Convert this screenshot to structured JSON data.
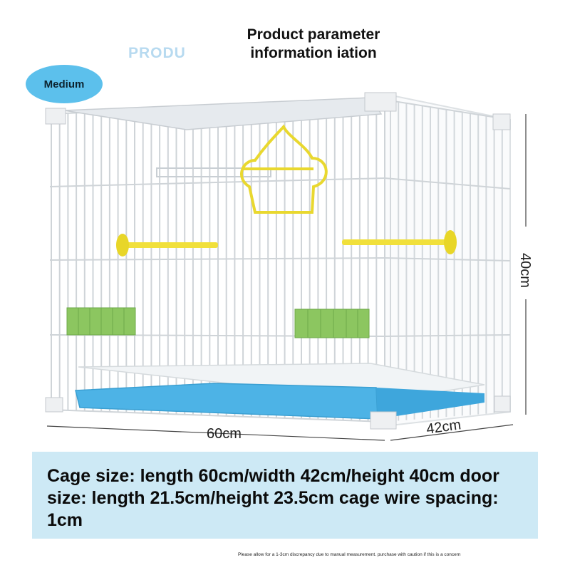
{
  "header": {
    "ghost_text": "PRODU",
    "title_line1": "Product parameter",
    "title_line2": "information iation"
  },
  "badge": {
    "label": "Medium"
  },
  "dimensions": {
    "length": "60cm",
    "width": "42cm",
    "height": "40cm"
  },
  "specs": {
    "text": "Cage size: length 60cm/width 42cm/height 40cm door size: length 21.5cm/height 23.5cm cage wire spacing: 1cm"
  },
  "footnote": {
    "text": "Please allow for a 1-3cm discrepancy due to manual measurement. purchase with caution if this is a concern"
  },
  "colors": {
    "badge": "#5cc0ec",
    "spec_background": "#cde9f5",
    "tray": "#4db3e6",
    "perch": "#f0e03a",
    "feeder": "#8cc660",
    "wire": "#cfd4d8"
  },
  "icons": [
    "bird-cage-image",
    "swing-icon",
    "perch-icon",
    "feeder-icon",
    "tray-icon"
  ]
}
